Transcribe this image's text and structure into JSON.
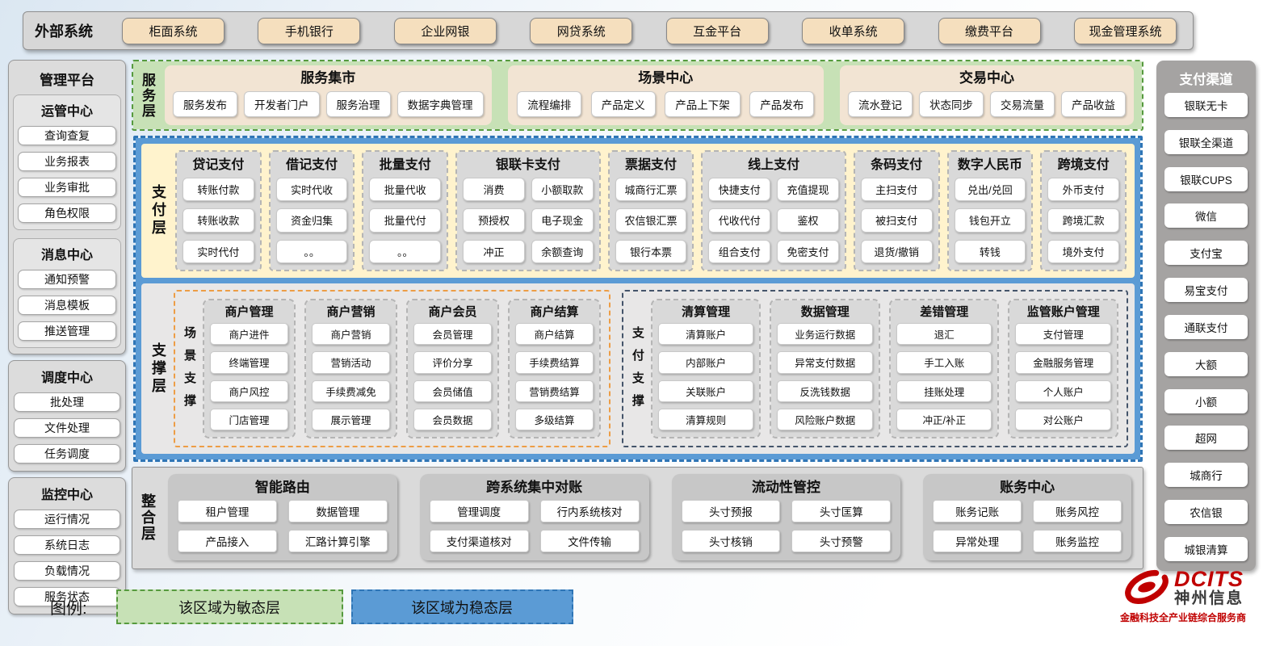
{
  "colors": {
    "agile_bg": "#C7E1B6",
    "agile_border": "#569A3E",
    "stable_bg": "#5B9BD5",
    "stable_border": "#2E75B6",
    "payment_panel_bg": "#FFF3CD",
    "scene_accent": "#ED9D45",
    "payment_support_accent": "#44546A",
    "brand_red": "#C00000"
  },
  "external_systems": {
    "label": "外部系统",
    "items": [
      "柜面系统",
      "手机银行",
      "企业网银",
      "网贷系统",
      "互金平台",
      "收单系统",
      "缴费平台",
      "现金管理系统"
    ]
  },
  "management_platform": {
    "title": "管理平台",
    "main_groups": [
      {
        "label": "运管中心",
        "items": [
          "查询查复",
          "业务报表",
          "业务审批",
          "角色权限"
        ]
      },
      {
        "label": "消息中心",
        "items": [
          "通知预警",
          "消息模板",
          "推送管理"
        ]
      }
    ],
    "standalone_groups": [
      {
        "label": "调度中心",
        "items": [
          "批处理",
          "文件处理",
          "任务调度"
        ]
      },
      {
        "label": "监控中心",
        "items": [
          "运行情况",
          "系统日志",
          "负载情况",
          "服务状态"
        ]
      }
    ]
  },
  "service_layer": {
    "label": "服务层",
    "groups": [
      {
        "title": "服务集市",
        "items": [
          "服务发布",
          "开发者门户",
          "服务治理",
          "数据字典管理"
        ]
      },
      {
        "title": "场景中心",
        "items": [
          "流程编排",
          "产品定义",
          "产品上下架",
          "产品发布"
        ]
      },
      {
        "title": "交易中心",
        "items": [
          "流水登记",
          "状态同步",
          "交易流量",
          "产品收益"
        ]
      }
    ]
  },
  "payment_layer": {
    "label": "支付层",
    "columns": [
      {
        "title": "贷记支付",
        "cols": 1,
        "items": [
          "转账付款",
          "转账收款",
          "实时代付"
        ]
      },
      {
        "title": "借记支付",
        "cols": 1,
        "items": [
          "实时代收",
          "资金归集",
          "。。"
        ]
      },
      {
        "title": "批量支付",
        "cols": 1,
        "items": [
          "批量代收",
          "批量代付",
          "。。"
        ]
      },
      {
        "title": "银联卡支付",
        "cols": 2,
        "items": [
          "消费",
          "小额取款",
          "预授权",
          "电子现金",
          "冲正",
          "余额查询"
        ]
      },
      {
        "title": "票据支付",
        "cols": 1,
        "items": [
          "城商行汇票",
          "农信银汇票",
          "银行本票"
        ]
      },
      {
        "title": "线上支付",
        "cols": 2,
        "items": [
          "快捷支付",
          "充值提现",
          "代收代付",
          "鉴权",
          "组合支付",
          "免密支付"
        ]
      },
      {
        "title": "条码支付",
        "cols": 1,
        "items": [
          "主扫支付",
          "被扫支付",
          "退货/撤销"
        ]
      },
      {
        "title": "数字人民币",
        "cols": 1,
        "items": [
          "兑出/兑回",
          "钱包开立",
          "转钱"
        ]
      },
      {
        "title": "跨境支付",
        "cols": 1,
        "items": [
          "外币支付",
          "跨境汇款",
          "境外支付"
        ]
      }
    ]
  },
  "support_layer": {
    "label": "支撑层",
    "regions": [
      {
        "id": "region-scene",
        "label": "场景支撑",
        "accent": "#ED9D45",
        "columns": [
          {
            "title": "商户管理",
            "items": [
              "商户进件",
              "终端管理",
              "商户风控",
              "门店管理"
            ]
          },
          {
            "title": "商户营销",
            "items": [
              "商户营销",
              "营销活动",
              "手续费减免",
              "展示管理"
            ]
          },
          {
            "title": "商户会员",
            "items": [
              "会员管理",
              "评价分享",
              "会员储值",
              "会员数据"
            ]
          },
          {
            "title": "商户结算",
            "items": [
              "商户结算",
              "手续费结算",
              "营销费结算",
              "多级结算"
            ]
          }
        ]
      },
      {
        "id": "region-pay",
        "label": "支付支撑",
        "accent": "#44546A",
        "columns": [
          {
            "title": "清算管理",
            "items": [
              "清算账户",
              "内部账户",
              "关联账户",
              "清算规则"
            ]
          },
          {
            "title": "数据管理",
            "items": [
              "业务运行数据",
              "异常支付数据",
              "反洗钱数据",
              "风险账户数据"
            ]
          },
          {
            "title": "差错管理",
            "items": [
              "退汇",
              "手工入账",
              "挂账处理",
              "冲正/补正"
            ]
          },
          {
            "title": "监管账户管理",
            "items": [
              "支付管理",
              "金融服务管理",
              "个人账户",
              "对公账户"
            ]
          }
        ]
      }
    ]
  },
  "integration_layer": {
    "label": "整合层",
    "groups": [
      {
        "title": "智能路由",
        "items": [
          "租户管理",
          "数据管理",
          "产品接入",
          "汇路计算引擎"
        ]
      },
      {
        "title": "跨系统集中对账",
        "items": [
          "管理调度",
          "行内系统核对",
          "支付渠道核对",
          "文件传输"
        ]
      },
      {
        "title": "流动性管控",
        "items": [
          "头寸预报",
          "头寸匡算",
          "头寸核销",
          "头寸预警"
        ]
      },
      {
        "title": "账务中心",
        "items": [
          "账务记账",
          "账务风控",
          "异常处理",
          "账务监控"
        ]
      }
    ]
  },
  "payment_channels": {
    "title": "支付渠道",
    "items": [
      "银联无卡",
      "银联全渠道",
      "银联CUPS",
      "微信",
      "支付宝",
      "易宝支付",
      "通联支付",
      "大额",
      "小额",
      "超网",
      "城商行",
      "农信银",
      "城银清算"
    ]
  },
  "legend": {
    "label": "图例:",
    "agile_text": "该区域为敏态层",
    "stable_text": "该区域为稳态层"
  },
  "logo": {
    "brand": "DCITS",
    "company": "神州信息",
    "tagline": "金融科技全产业链综合服务商",
    "icon": "galaxy-swirl-icon"
  }
}
